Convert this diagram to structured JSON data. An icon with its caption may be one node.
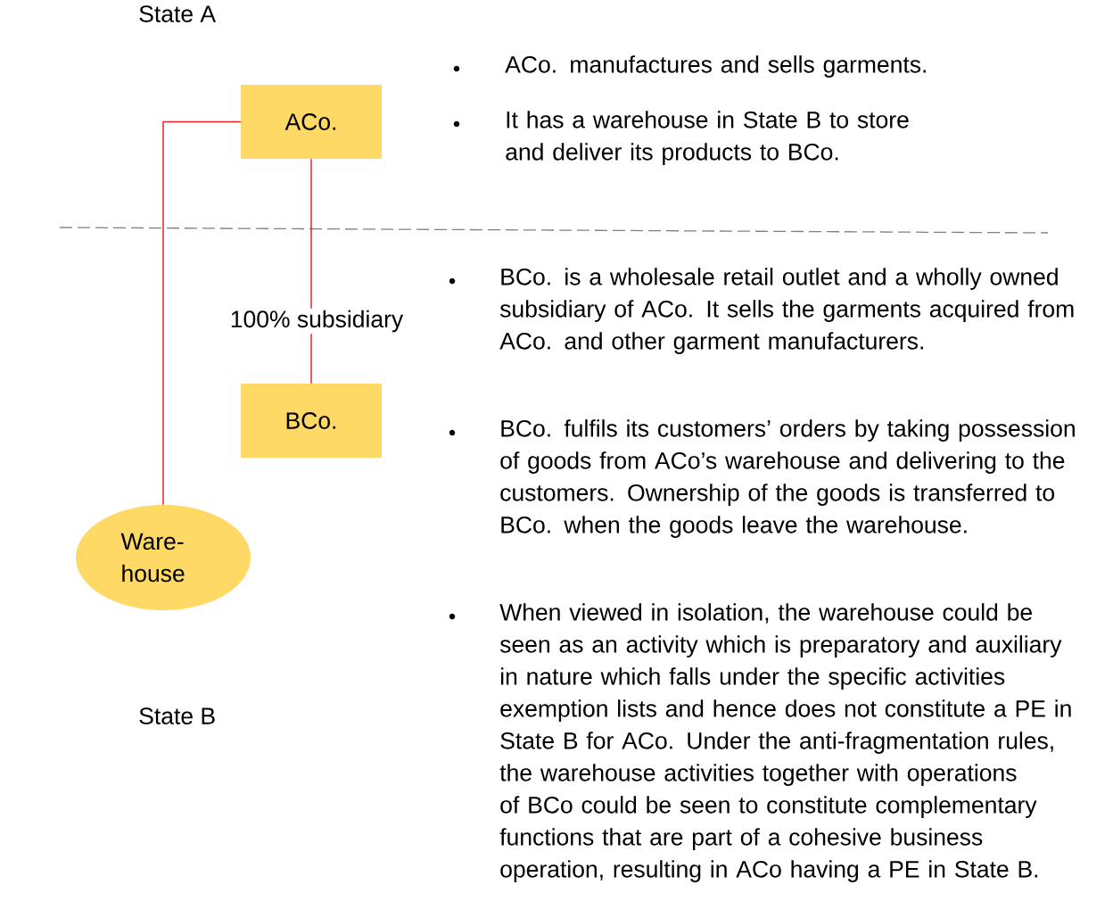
{
  "diagram": {
    "nodes": [
      {
        "text": [
          "ACo."
        ]
      },
      {
        "text": [
          "BCo."
        ]
      },
      {
        "text": [
          "Ware- house"
        ]
      }
    ],
    "edges": [
      {
        "from": 0,
        "to": 1,
        "arrow": "none",
        "label": "100% subsidiary",
        "color": "#e8222a"
      },
      {
        "from": 0,
        "to": 2,
        "arrow": "none",
        "color": "#e8222a"
      }
    ],
    "labels": [
      "State A",
      "ACo. manufactures and sells garments.",
      "It has a warehouse in State B to store and deliver its products to BCo.",
      "BCo. is a wholesale retail outlet and a wholly owned subsidiary of ACo. It sells the garments acquired from ACo. and other garment manufacturers.",
      "BCo. fulfils its customers’ orders by taking possession of goods from ACo’s warehouse and delivering to the customers. Ownership of the goods is transferred to BCo. when the goods leave the warehouse.",
      "When viewed in isolation, the warehouse could be seen as an activity which is preparatory and auxiliary in nature which falls under the specific activities exemption lists and hence does not constitute a PE in State B for ACo.  Under the anti-fragmentation rules, the warehouse activities together with operations of BCo could be seen to constitute complementary functions that are part of a cohesive business operation, resulting in ACo having a PE in State B.",
      "State B"
    ]
  }
}
